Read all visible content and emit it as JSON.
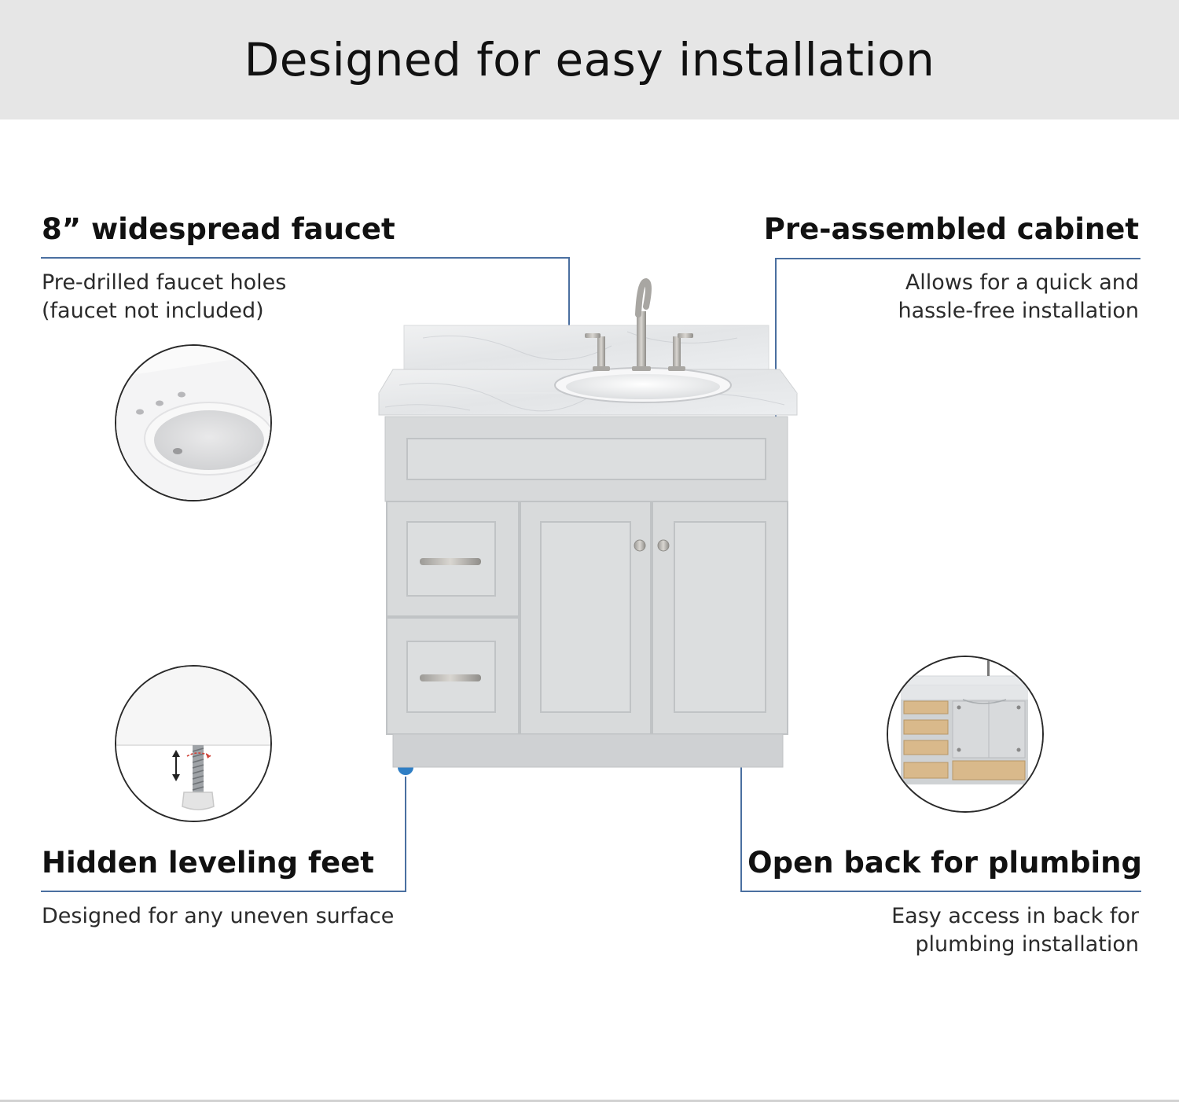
{
  "banner": {
    "title": "Designed for easy installation"
  },
  "features": {
    "faucet": {
      "title": "8” widespread faucet",
      "desc_line1": "Pre-drilled faucet holes",
      "desc_line2": "(faucet not included)"
    },
    "cabinet": {
      "title": "Pre-assembled cabinet",
      "desc_line1": "Allows for  a quick and",
      "desc_line2": "hassle-free installation"
    },
    "feet": {
      "title": "Hidden leveling feet",
      "desc_line1": "Designed for any uneven surface"
    },
    "plumbing": {
      "title": "Open back for plumbing",
      "desc_line1": "Easy access in back for",
      "desc_line2": "plumbing installation"
    }
  },
  "colors": {
    "banner_bg": "#e6e6e6",
    "callout_line": "#4a6fa0",
    "callout_dot": "#2f7ec4",
    "cabinet_gray": "#d7d9da",
    "countertop_marble": "#eceef0"
  },
  "icons": [
    "sink-detail-icon",
    "leveling-foot-icon",
    "open-back-icon",
    "vanity-illustration"
  ]
}
